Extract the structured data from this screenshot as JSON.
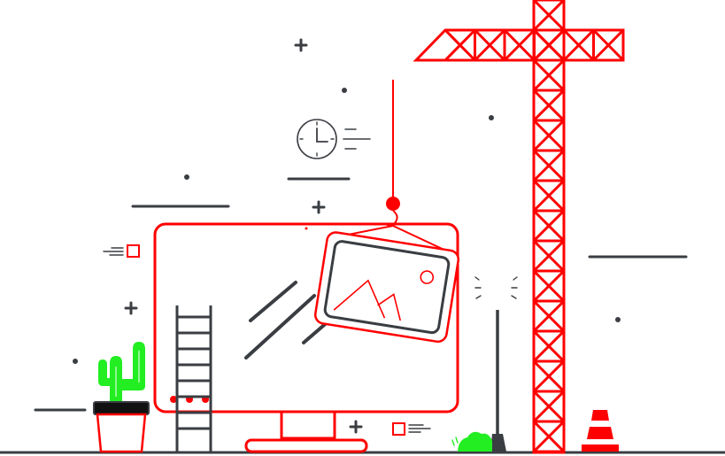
{
  "colors": {
    "accent": "#ff0000",
    "ink": "#3a3d42",
    "plant": "#22ee22",
    "background": "#ffffff"
  },
  "icons": [
    "clock-icon",
    "image-icon",
    "tower-crane",
    "computer-monitor",
    "ladder",
    "cactus-pot",
    "traffic-cone",
    "broom",
    "hook"
  ]
}
